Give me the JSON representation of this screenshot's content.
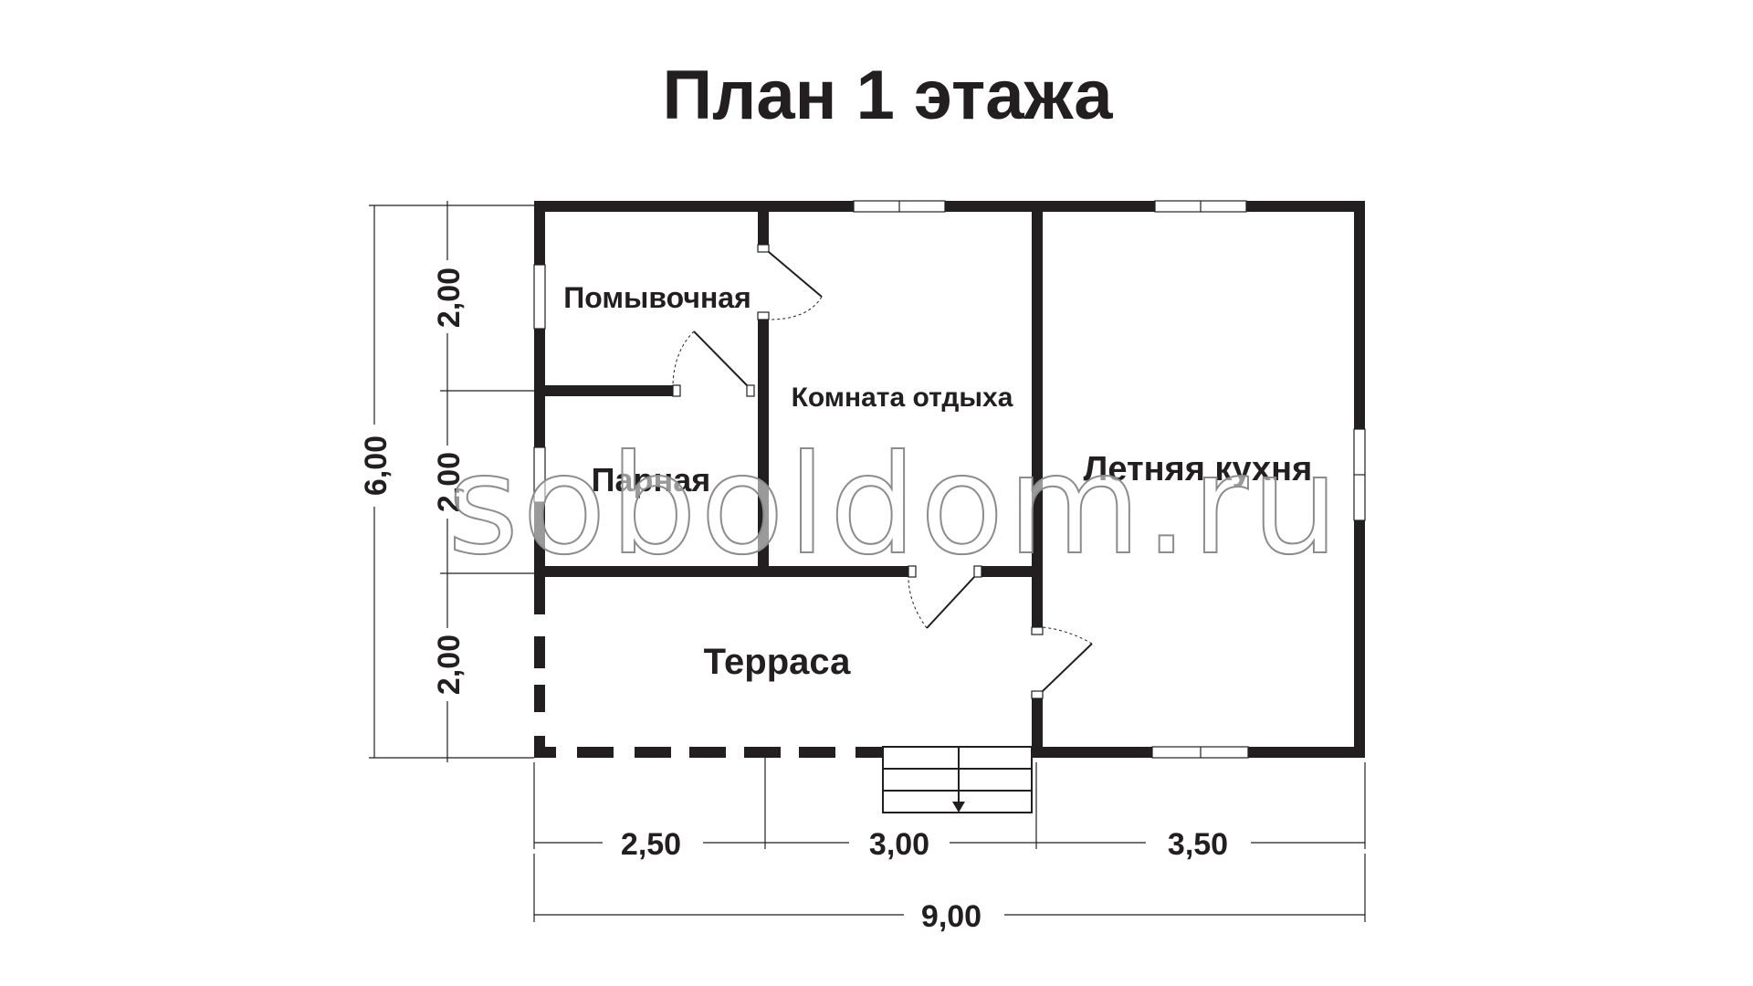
{
  "title": "План 1 этажа",
  "rooms": {
    "washroom": "Помывочная",
    "steam_room": "Парная",
    "rest_room": "Комната отдыха",
    "summer_kitchen": "Летняя кухня",
    "terrace": "Терраса"
  },
  "dimensions": {
    "total_width": "9,00",
    "seg_1": "2,50",
    "seg_2": "3,00",
    "seg_3": "3,50",
    "total_height": "6,00",
    "row_1": "2,00",
    "row_2": "2,00",
    "row_3": "2,00"
  },
  "watermark": "soboldom.ru",
  "colors": {
    "wall": "#231f20",
    "background": "#ffffff"
  }
}
